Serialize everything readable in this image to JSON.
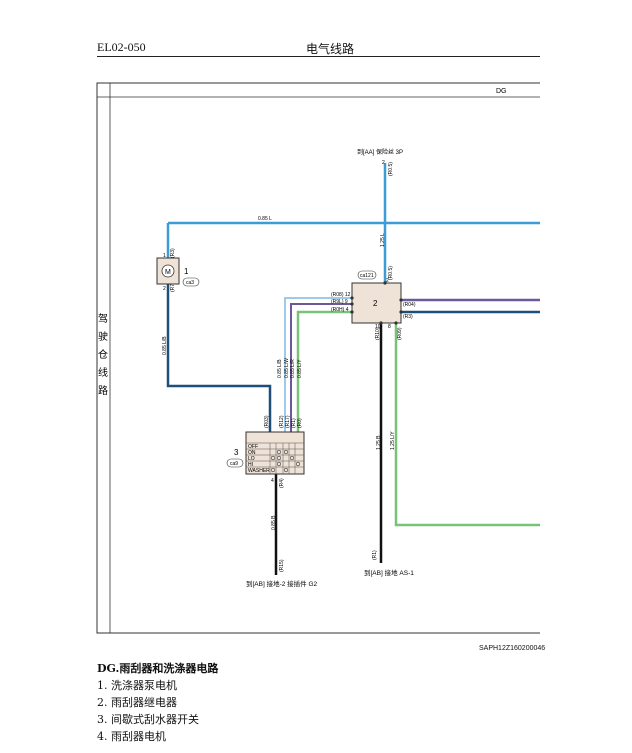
{
  "header": {
    "code": "EL02-050",
    "title": "电气线路"
  },
  "frame": {
    "section_tag": "DG",
    "side_label": [
      "驾",
      "驶",
      "仓",
      "线",
      "路"
    ]
  },
  "components": {
    "pump_motor": {
      "number": "1",
      "symbol": "M",
      "connector": "ca3"
    },
    "relay": {
      "number": "2",
      "connector": "ca121"
    },
    "switch": {
      "number": "3",
      "connector": "ca9",
      "rows": [
        "OFF",
        "ON",
        "LO",
        "HI",
        "WASHER"
      ]
    }
  },
  "wires": {
    "top_from": "到[AA] 保险丝 3P",
    "top_pin": "2",
    "top_code": "(R0.5)",
    "horizontal_blue": "0.85 L",
    "blue_down": "1.25 L",
    "relay_pin_top": "2",
    "relay_wire_top": "(R0.5)",
    "motor_pin_top": "1",
    "motor_pin_top_code": "(R3)",
    "motor_pin_bottom": "2",
    "motor_pin_bottom_code": "(R7)",
    "motor_down": "0.85 L/B",
    "relay_left_pins": [
      {
        "code": "(R08) 12",
        "pin": "12"
      },
      {
        "code": "(R9L) 9",
        "pin": "9"
      },
      {
        "code": "(R0H) 4",
        "pin": "4"
      }
    ],
    "relay_right_pins": [
      "(R04)",
      "(R3)"
    ],
    "switch_wires": [
      "0.85 L/B",
      "0.85 L/W",
      "0.85 L/R",
      "0.85 L/Y"
    ],
    "switch_pin_codes": [
      "(R03)",
      "(R12)",
      "(R17)",
      "(R1)",
      "(R0)"
    ],
    "switch_bottom_pin": "4",
    "switch_bottom_code": "(R4)",
    "switch_ground_wire": "0.85 B",
    "relay_bottom_pins": [
      "10",
      "8"
    ],
    "relay_bottom_codes": [
      "(R10)",
      "(R09)"
    ],
    "relay_ground_wire": "1.25 B",
    "relay_green_wire": "1.25 L/Y",
    "ground_left_code": "(R15)",
    "ground_right_code": "(R1)",
    "ground_left": "到[AB] 接地-2 接插件 G2",
    "ground_right": "到[AB] 接地 AS-1"
  },
  "colors": {
    "blue": "#3d9bd6",
    "navy": "#1f4e79",
    "green": "#78c27a",
    "purple": "#6a5a9a",
    "box": "#efe2d6"
  },
  "figure_ref": "SAPH12Z160200046",
  "caption": "DG.雨刮器和洗涤器电路",
  "legend": [
    "1. 洗涤器泵电机",
    "2. 雨刮器继电器",
    "3. 间歇式刮水器开关",
    "4. 雨刮器电机"
  ]
}
